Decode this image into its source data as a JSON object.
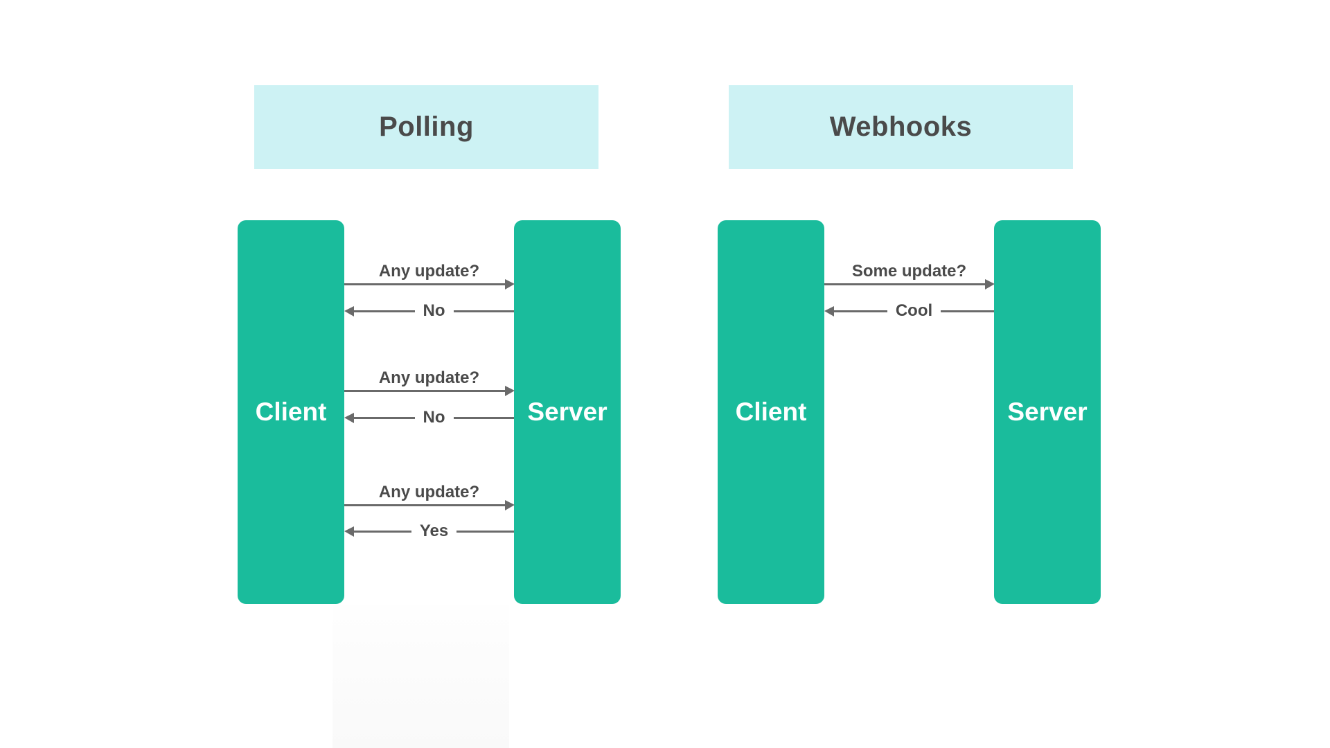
{
  "colors": {
    "actor_fill": "#1abc9c",
    "header_fill": "#cdf2f4",
    "arrow": "#6a6a6a",
    "label_text": "#4a4a4a",
    "actor_text": "#ffffff",
    "title_text": "#4a4a4a",
    "canvas_bg": "#ffffff"
  },
  "diagram_type": "sequence-comparison",
  "panels": [
    {
      "title": "Polling",
      "client_label": "Client",
      "server_label": "Server",
      "exchanges": [
        {
          "request": "Any update?",
          "response": "No"
        },
        {
          "request": "Any update?",
          "response": "No"
        },
        {
          "request": "Any update?",
          "response": "Yes"
        }
      ]
    },
    {
      "title": "Webhooks",
      "client_label": "Client",
      "server_label": "Server",
      "exchanges": [
        {
          "request": "Some update?",
          "response": "Cool"
        }
      ]
    }
  ]
}
